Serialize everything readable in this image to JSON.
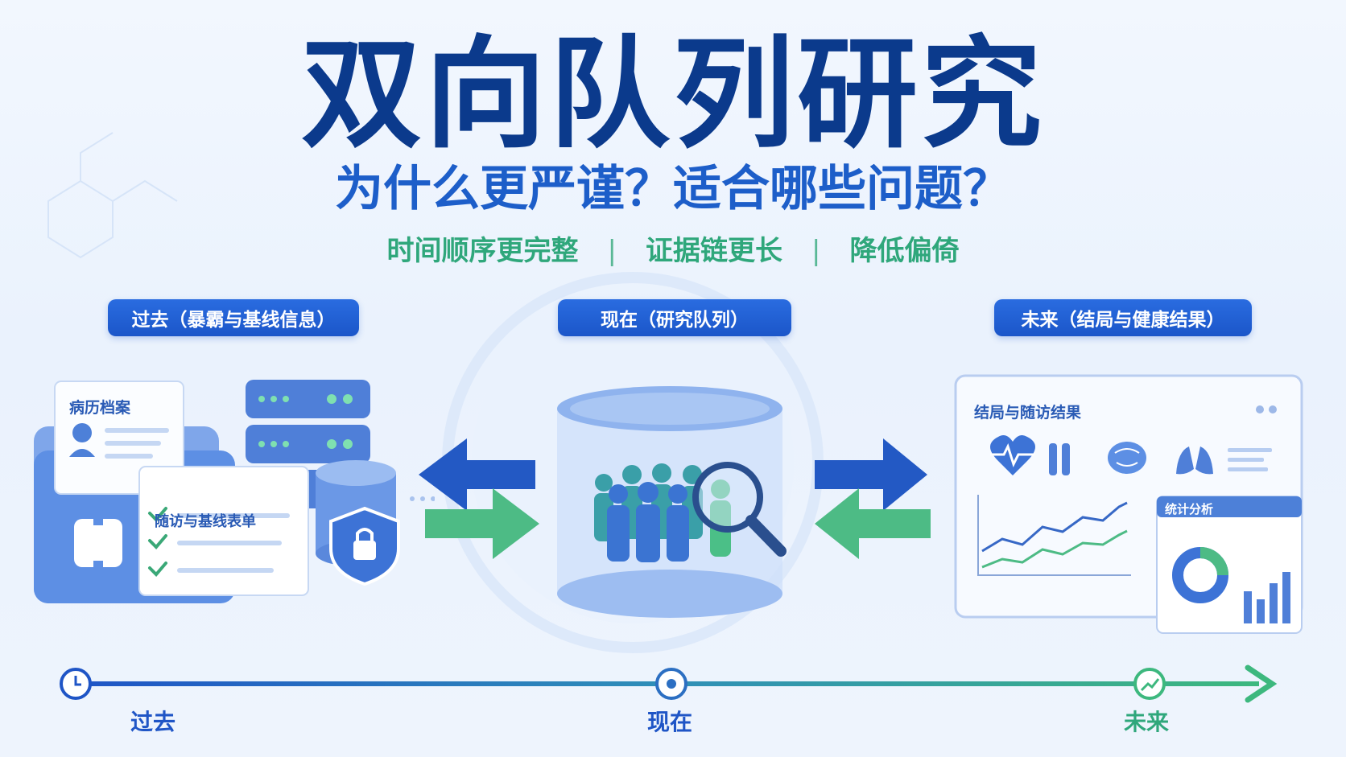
{
  "header": {
    "title": "双向队列研究",
    "subtitle": "为什么更严谨？适合哪些问题？",
    "taglines": [
      "时间顺序更完整",
      "证据链更长",
      "降低偏倚"
    ],
    "separator": "|"
  },
  "sections": {
    "past": {
      "label": "过去（暴霸与基线信息）",
      "records_title": "病历档案",
      "form_title": "随访与基线表单"
    },
    "present": {
      "label": "现在（研究队列）"
    },
    "future": {
      "label": "未来（结局与健康结果）",
      "dashboard_title": "结局与随访结果",
      "stats_title": "统计分析"
    }
  },
  "timeline": {
    "past": "过去",
    "present": "现在",
    "future": "未来"
  },
  "colors": {
    "navy": "#0b3a8c",
    "blue": "#1d5ec9",
    "green": "#2fa77b",
    "teal": "#3a9fa8"
  },
  "icons": [
    "medical-folder-icon",
    "server-icon",
    "database-icon",
    "lock-shield-icon",
    "cohort-cylinder-icon",
    "magnifier-icon",
    "heart-icon",
    "test-tube-icon",
    "brain-icon",
    "lungs-icon",
    "clock-icon",
    "trend-icon"
  ]
}
